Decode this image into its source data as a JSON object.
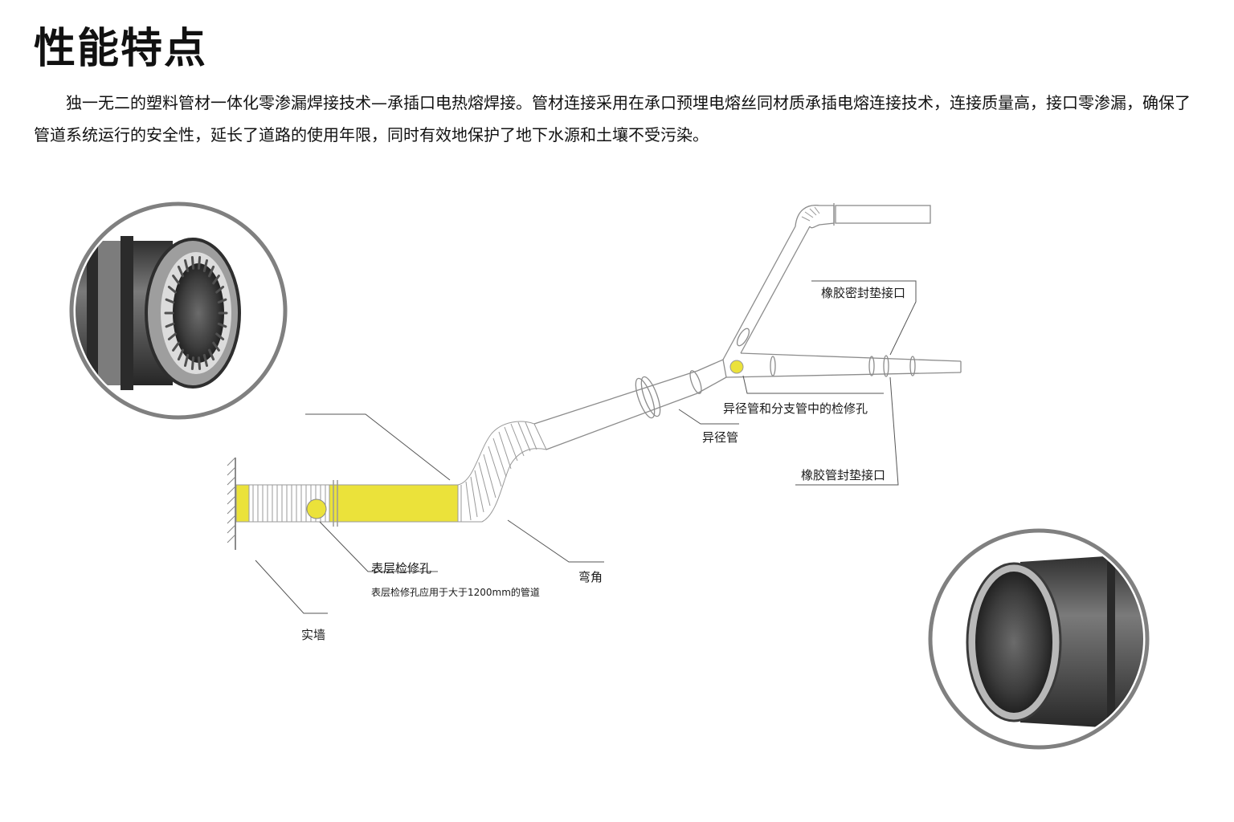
{
  "page": {
    "title": "性能特点",
    "intro": "独一无二的塑料管材一体化零渗漏焊接技术—承插口电热熔焊接。管材连接采用在承口预埋电熔丝同材质承插电熔连接技术，连接质量高，接口零渗漏，确保了管道系统运行的安全性，延长了道路的使用年限，同时有效地保护了地下水源和土壤不受污染。"
  },
  "diagram": {
    "labels": {
      "rubber_seal_joint": "橡胶密封垫接口",
      "reducer_branch_hole": "异径管和分支管中的检修孔",
      "reducer": "异径管",
      "rubber_pipe_seal_joint": "橡胶管封垫接口",
      "surface_hole": "表层检修孔",
      "surface_hole_note": "表层检修孔应用于大于1200mm的管道",
      "elbow": "弯角",
      "solid_wall": "实墙"
    },
    "colors": {
      "highlight": "#ebe23a",
      "pipe_line": "#8c8c8c",
      "leader_line": "#555555",
      "circle_border": "#7f7f7f",
      "pipe_dark": "#3a3a3a",
      "pipe_mid": "#6e6e6e"
    }
  }
}
